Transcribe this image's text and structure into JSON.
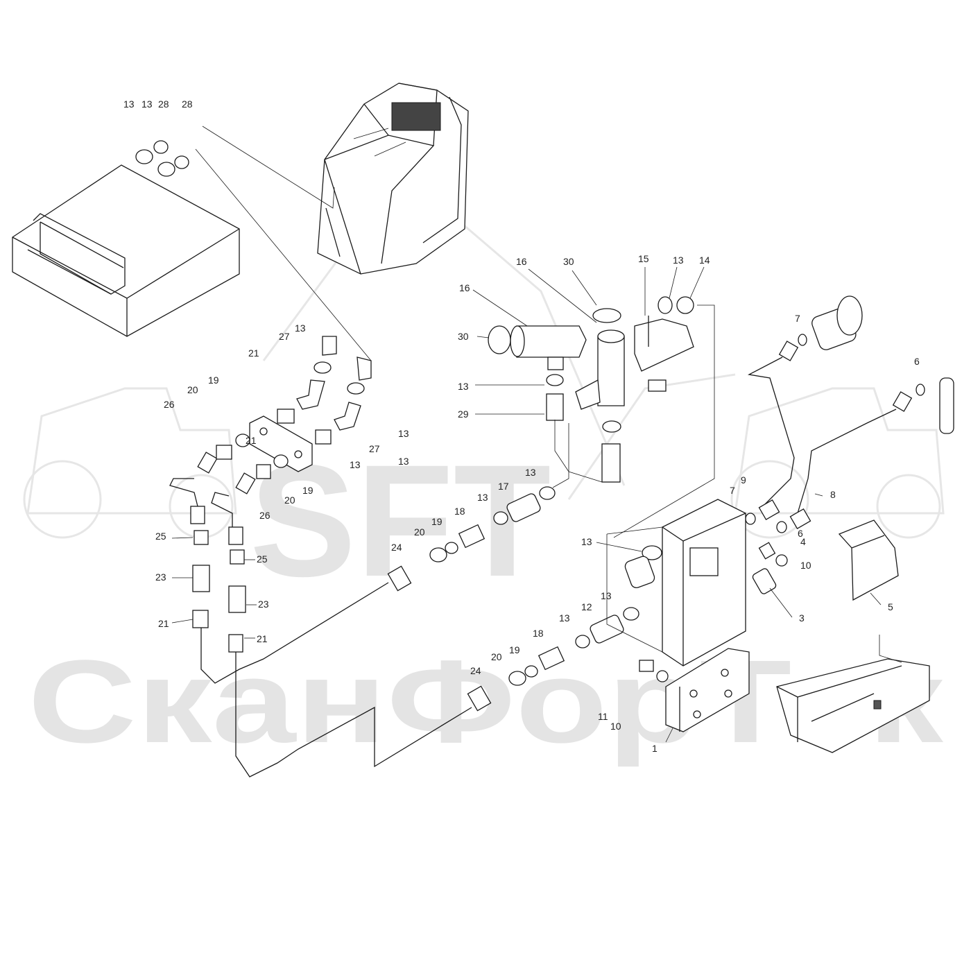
{
  "watermark": {
    "logo": "SFT",
    "brand": "СканФорТек",
    "color": "#e4e4e4"
  },
  "colors": {
    "line": "#1a1a1a",
    "text": "#222222",
    "background": "#ffffff"
  },
  "callouts": [
    "13",
    "13",
    "28",
    "28",
    "16",
    "30",
    "16",
    "15",
    "13",
    "14",
    "7",
    "30",
    "13",
    "13",
    "21",
    "27",
    "20",
    "19",
    "26",
    "13",
    "27",
    "13",
    "13",
    "29",
    "6",
    "21",
    "20",
    "19",
    "26",
    "13",
    "17",
    "13",
    "9",
    "7",
    "8",
    "6",
    "25",
    "18",
    "19",
    "20",
    "13",
    "4",
    "10",
    "24",
    "23",
    "25",
    "23",
    "3",
    "5",
    "13",
    "12",
    "21",
    "13",
    "18",
    "19",
    "20",
    "24",
    "11",
    "10",
    "1"
  ]
}
